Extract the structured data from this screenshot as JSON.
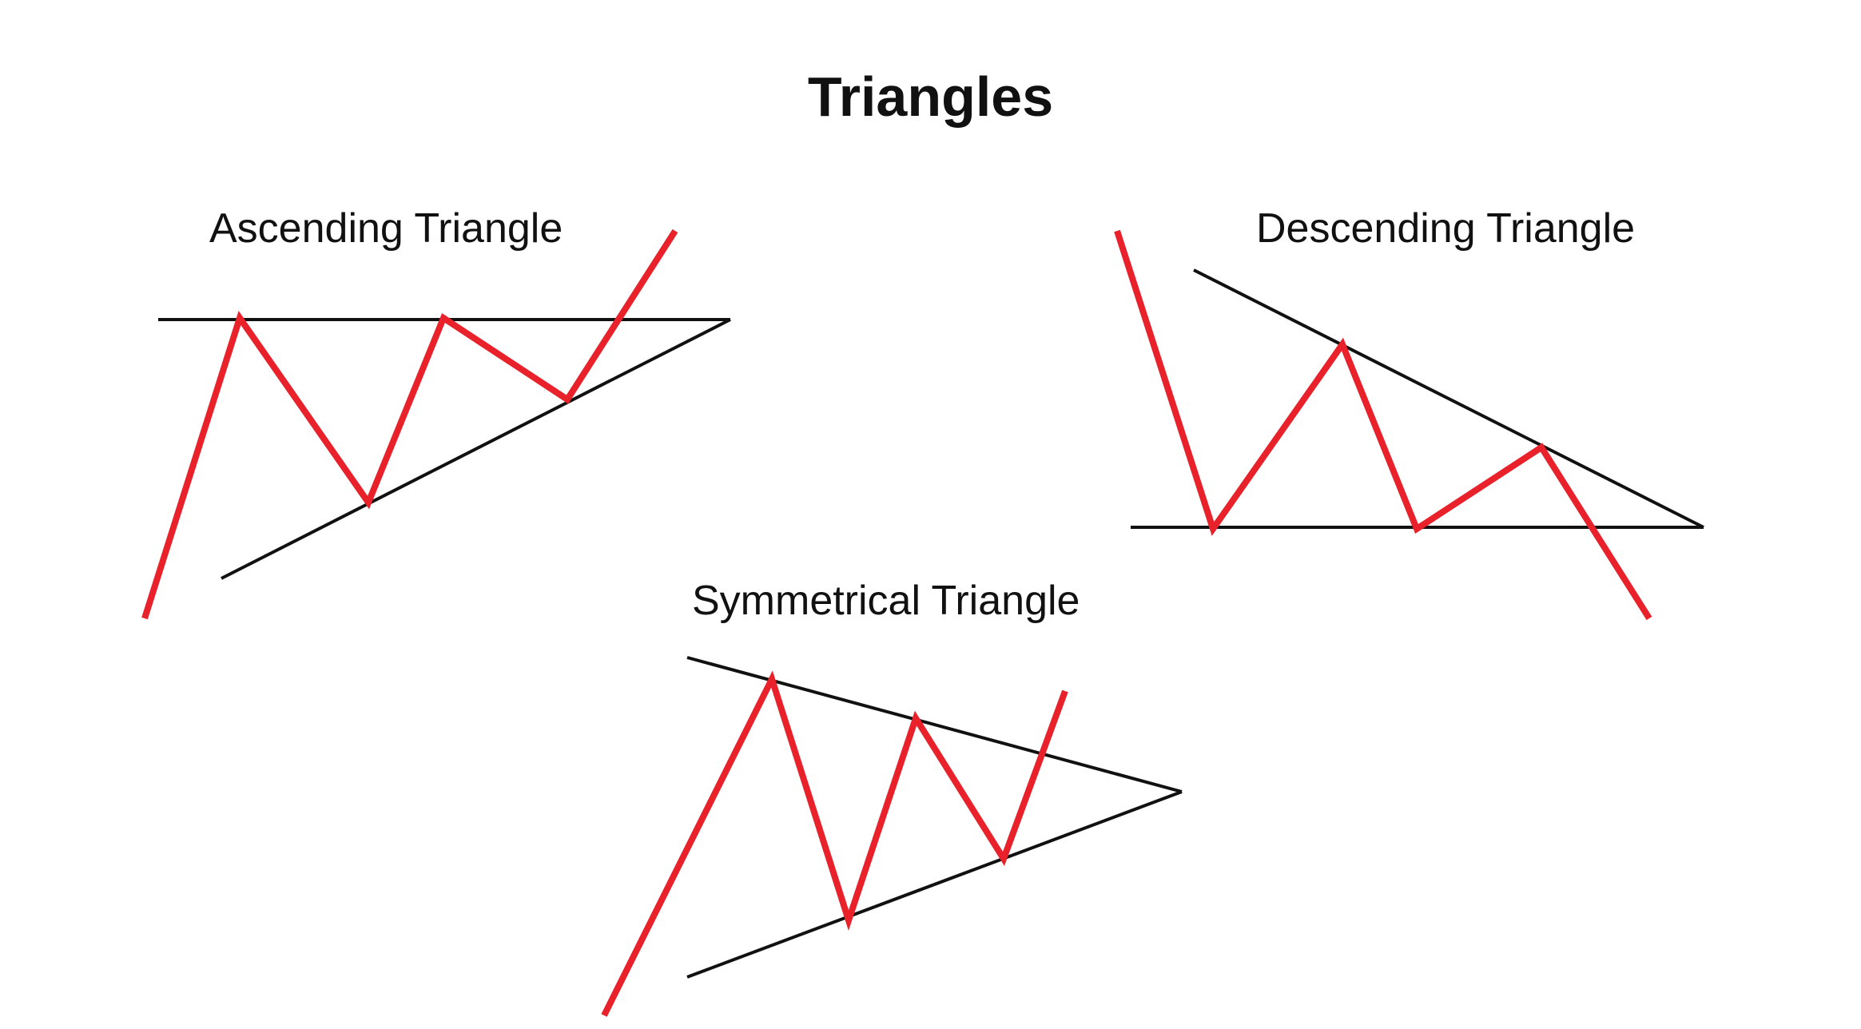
{
  "title": "Triangles",
  "colors": {
    "price_line": "#e8212a",
    "trend_line": "#111111",
    "background": "#ffffff"
  },
  "patterns": {
    "ascending": {
      "label": "Ascending Triangle"
    },
    "descending": {
      "label": "Descending Triangle"
    },
    "symmetrical": {
      "label": "Symmetrical Triangle"
    }
  }
}
